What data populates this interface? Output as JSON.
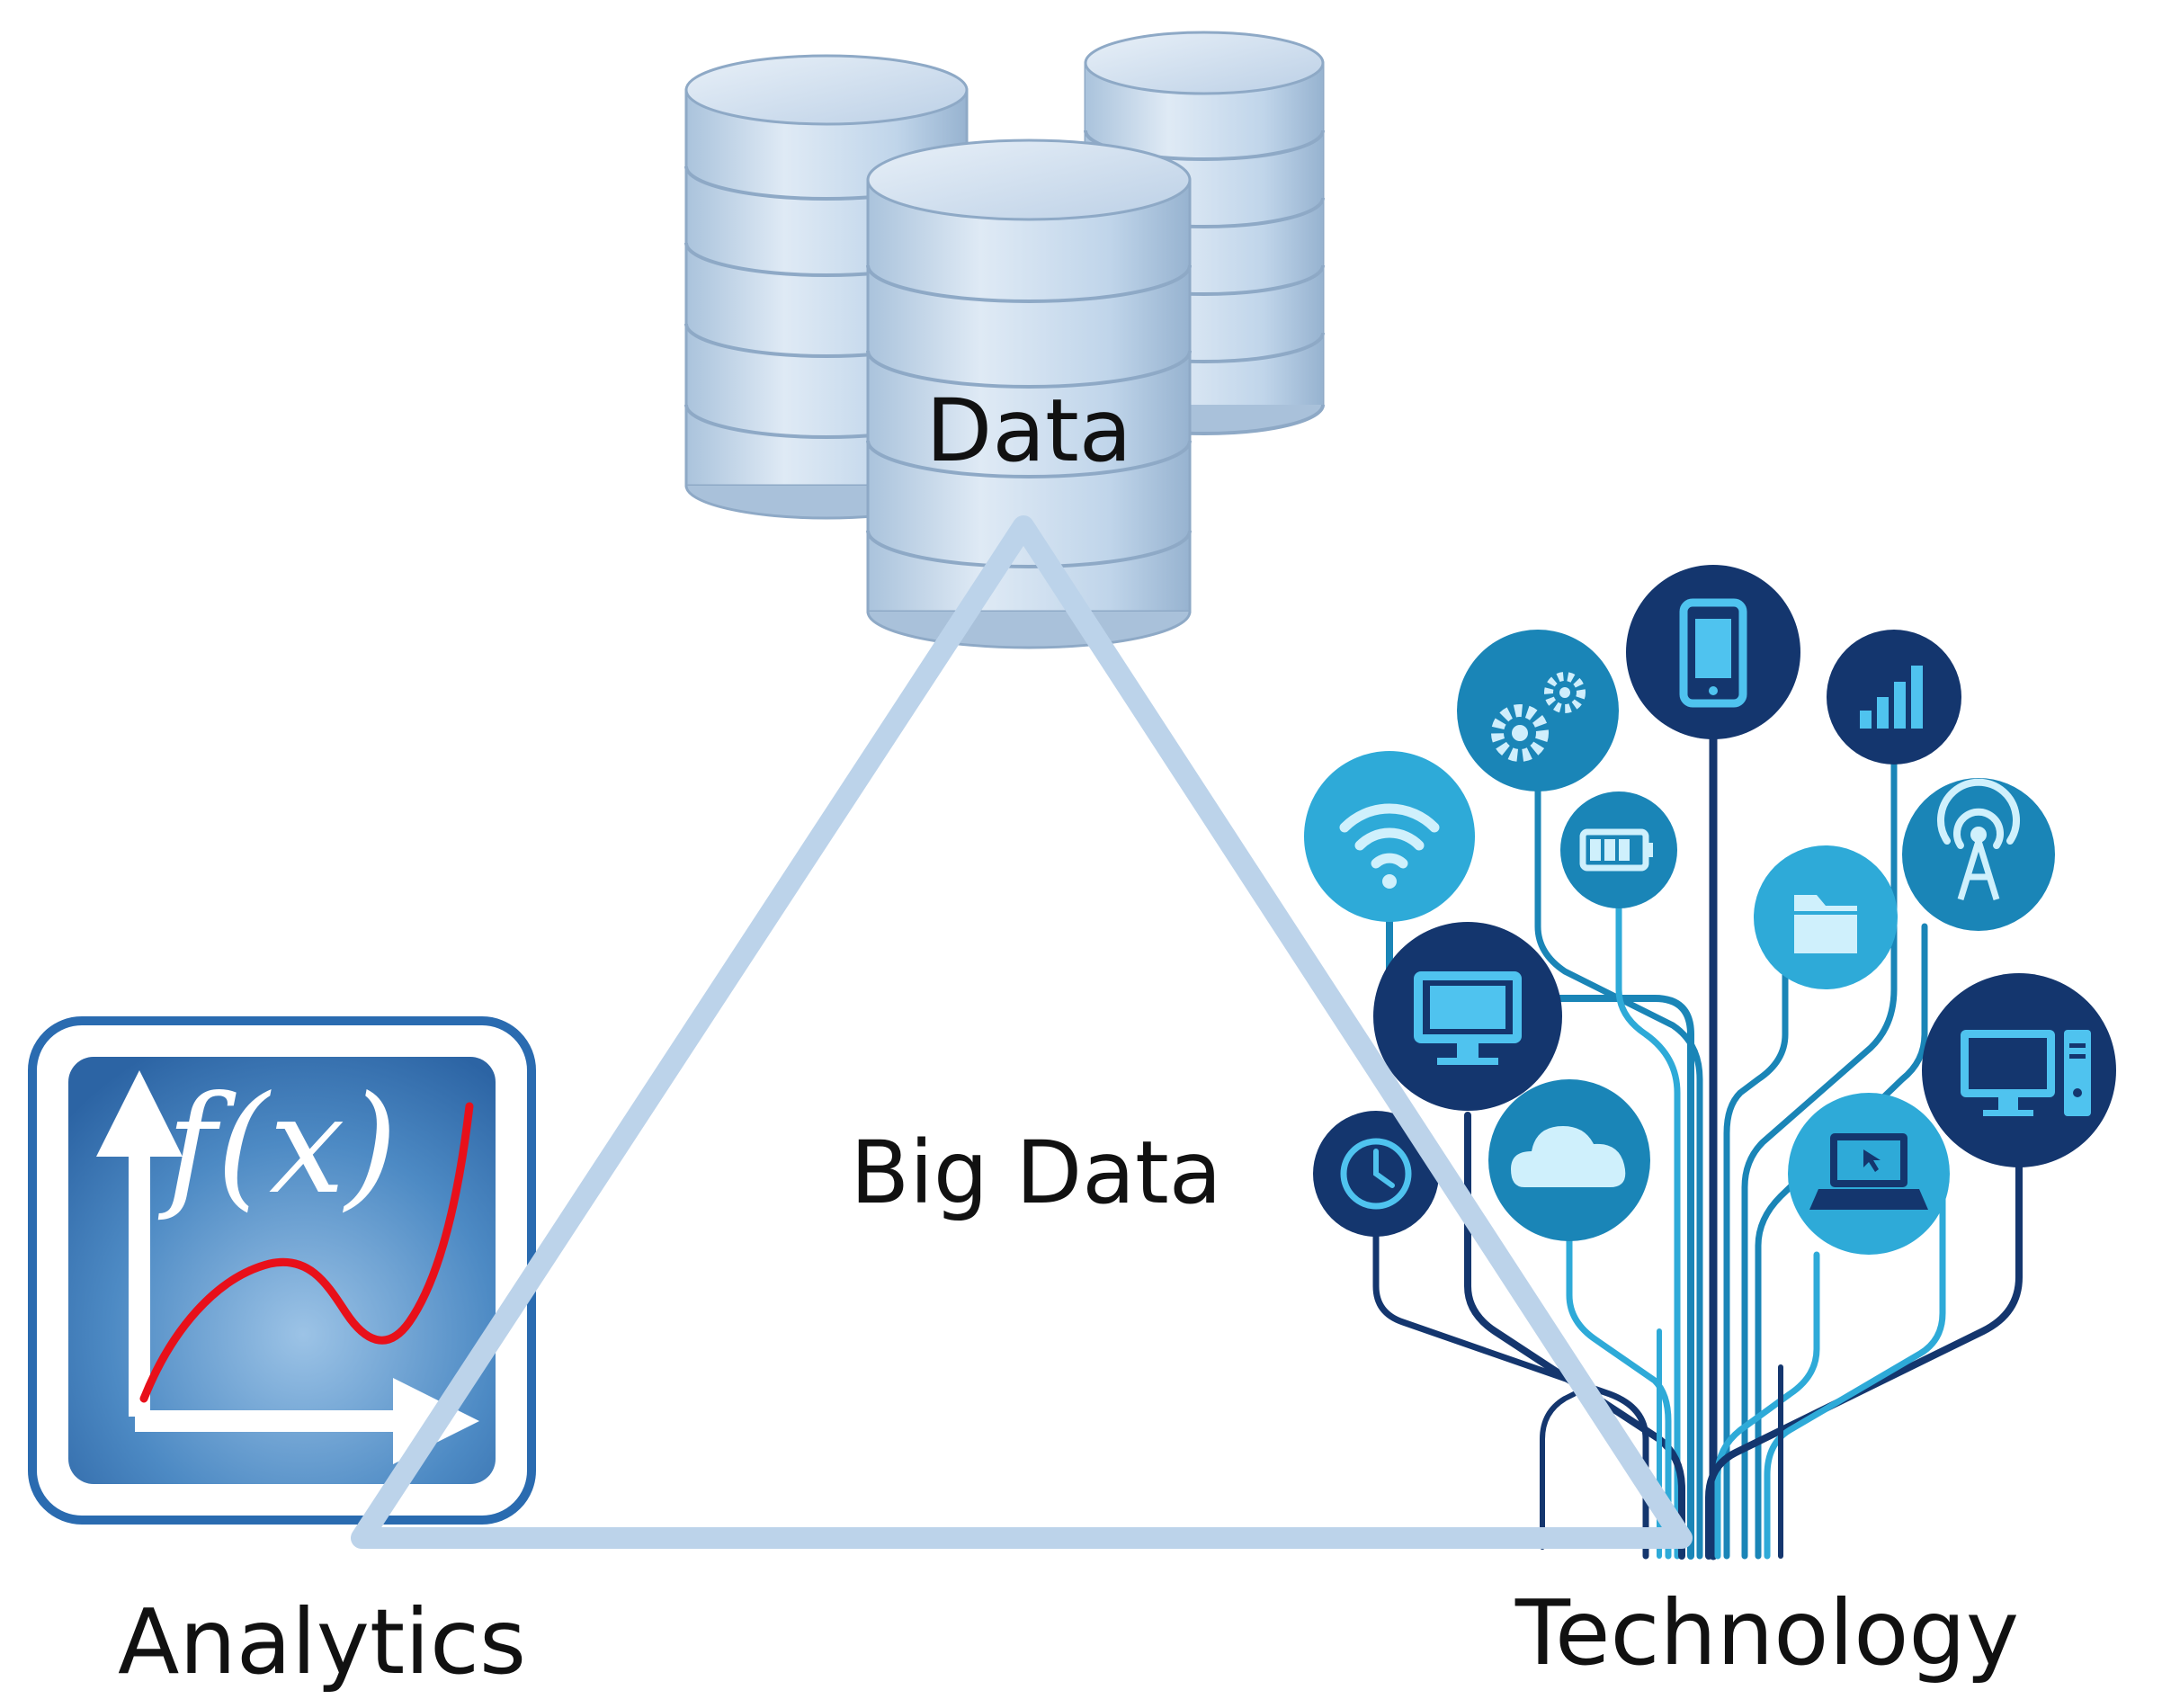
{
  "labels": {
    "top": "Data",
    "center": "Big Data",
    "left": "Analytics",
    "right": "Technology"
  },
  "analytics_icon": {
    "formula": "f(x)",
    "curve_color": "#e8101a"
  },
  "technology_icons": [
    "tablet-icon",
    "gears-icon",
    "signal-bars-icon",
    "wifi-icon",
    "battery-icon",
    "antenna-icon",
    "folder-icon",
    "monitor-icon",
    "desktop-computer-icon",
    "clock-icon",
    "cloud-icon",
    "laptop-icon"
  ],
  "colors": {
    "triangle": "#bcd3ea",
    "database": "#c6d9ec",
    "dark_blue": "#14366e",
    "mid_blue": "#1a85b7",
    "light_blue": "#2eaad8"
  }
}
